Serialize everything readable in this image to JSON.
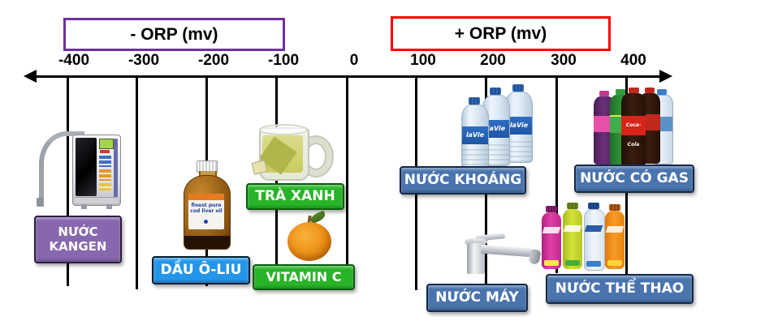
{
  "title_boxes": {
    "negative": {
      "label": "- ORP (mv)",
      "border_color": "#7030a0"
    },
    "positive": {
      "label": "+ ORP (mv)",
      "border_color": "#ff0000"
    }
  },
  "axis": {
    "tick_labels": [
      "-400",
      "-300",
      "-200",
      "-100",
      "0",
      "100",
      "200",
      "300",
      "400"
    ]
  },
  "items": [
    {
      "label": "NƯỚC KANGEN",
      "axis_position_mv": -400,
      "color": "#8767ad",
      "border_color": "#2e2040",
      "image": "kangen-water-ionizer"
    },
    {
      "label": "DẦU Ô-LIU",
      "axis_position_mv": -200,
      "color": "#2496e9",
      "border_color": "#05202f",
      "image": "cod-liver-oil-bottle",
      "bottle_text_line1": "finest pure",
      "bottle_text_line2": "cod liver oil"
    },
    {
      "label": "TRÀ XANH",
      "axis_position_mv": -100,
      "color": "#28b428",
      "border_color": "#0b5e0b",
      "image": "green-tea-glass-mug"
    },
    {
      "label": "VITAMIN C",
      "axis_position_mv": -100,
      "color": "#28b428",
      "border_color": "#0b5e0b",
      "image": "orange-fruit"
    },
    {
      "label": "NƯỚC KHOÁNG",
      "axis_position_mv": 100,
      "color": "#4a74ad",
      "border_color": "#16294a",
      "image": "lavie-mineral-water-bottles",
      "bottle_brand": "laVie"
    },
    {
      "label": "NƯỚC MÁY",
      "axis_position_mv": 200,
      "color": "#4a74ad",
      "border_color": "#16294a",
      "image": "chrome-water-faucet"
    },
    {
      "label": "NƯỚC CÓ GAS",
      "axis_position_mv": 400,
      "color": "#4a74ad",
      "border_color": "#16294a",
      "image": "soda-bottles",
      "bottle_brand": "Coca-Cola"
    },
    {
      "label": "NƯỚC THỂ THAO",
      "axis_position_mv": 400,
      "color": "#4a74ad",
      "border_color": "#16294a",
      "image": "vita-sports-drink-bottles"
    }
  ]
}
